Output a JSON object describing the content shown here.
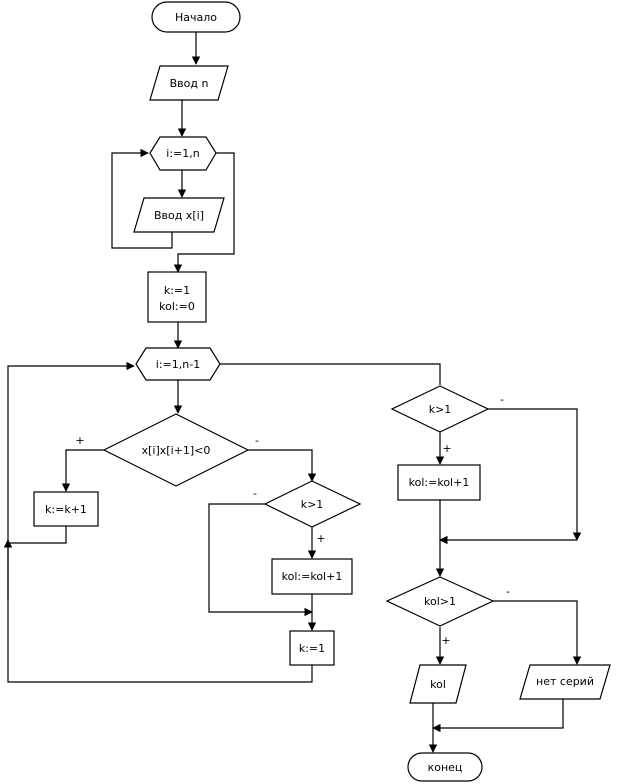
{
  "shapes": {
    "start": "Начало",
    "input_n": "Ввод n",
    "loop1": "i:=1,n",
    "input_x": "Ввод x[i]",
    "init_k": "k:=1",
    "init_kol": "kol:=0",
    "loop2": "i:=1,n-1",
    "cond_sign": "x[i]x[i+1]<0",
    "inc_k": "k:=k+1",
    "cond_k_inner": "k>1",
    "inc_kol_inner": "kol:=kol+1",
    "reset_k": "k:=1",
    "cond_k_after": "k>1",
    "inc_kol_after": "kol:=kol+1",
    "cond_kol": "kol>1",
    "output_kol": "kol",
    "output_none": "нет серий",
    "end": "конец"
  },
  "branch_labels": {
    "plus": "+",
    "minus": "-"
  }
}
